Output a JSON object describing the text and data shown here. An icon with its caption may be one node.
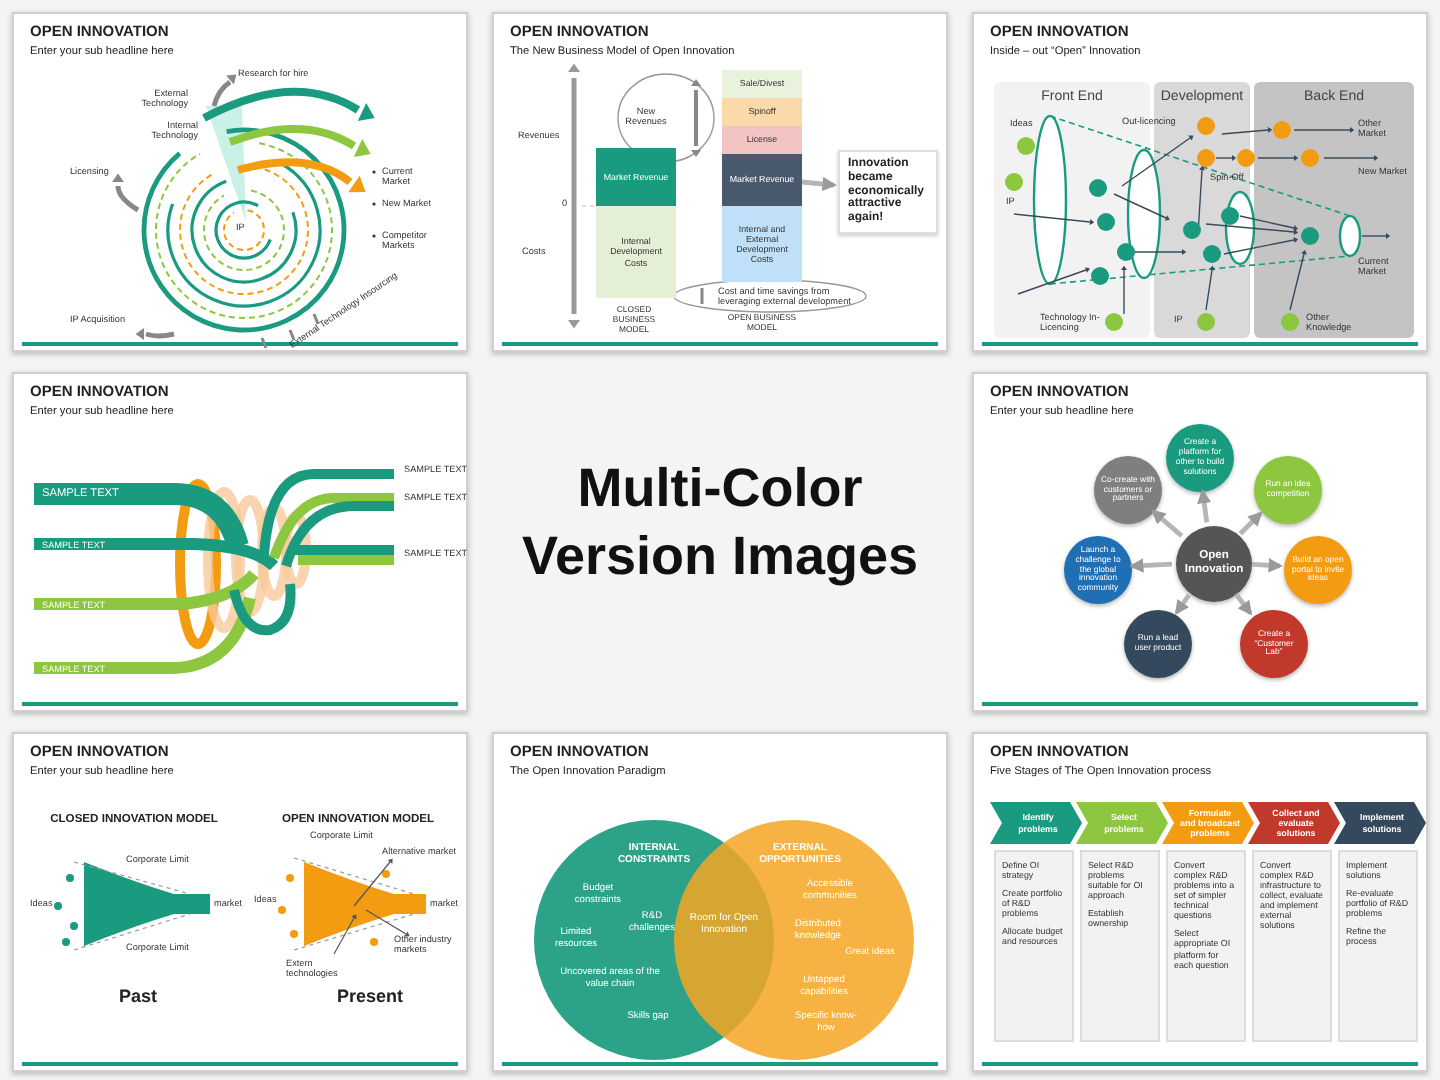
{
  "diagram": {
    "title": "Multi-Color Version Images",
    "nodes": [
      {
        "text": [
          "OPEN INNOVATION",
          "Enter your sub headline here"
        ]
      },
      {
        "text": [
          "OPEN INNOVATION",
          "The New Business Model of Open Innovation"
        ]
      },
      {
        "text": [
          "Market Revenue"
        ],
        "in": 1
      },
      {
        "text": [
          "Internal Development Costs"
        ],
        "in": 1
      },
      {
        "text": [
          "Sale/Divest"
        ],
        "in": 1
      },
      {
        "text": [
          "Spinoff"
        ],
        "in": 1
      },
      {
        "text": [
          "License"
        ],
        "in": 1
      },
      {
        "text": [
          "Market Revenue"
        ],
        "in": 1
      },
      {
        "text": [
          "Internal and External Development Costs"
        ],
        "in": 1
      },
      {
        "text": [
          "Innovation became economically attractive again!"
        ],
        "in": 1
      },
      {
        "text": [
          "OPEN INNOVATION",
          "Inside – out “Open” Innovation"
        ]
      },
      {
        "text": [
          "OPEN INNOVATION",
          "Enter your sub headline here"
        ]
      },
      {
        "text": [
          "OPEN INNOVATION",
          "Enter your sub headline here"
        ]
      },
      {
        "text": [
          "Open Innovation"
        ],
        "in": 12
      },
      {
        "text": [
          "Create a platform for other to build solutions"
        ],
        "in": 12
      },
      {
        "text": [
          "Run an idea competition"
        ],
        "in": 12
      },
      {
        "text": [
          "Build an open portal to invite ideas"
        ],
        "in": 12
      },
      {
        "text": [
          "Create a “Customer Lab”"
        ],
        "in": 12
      },
      {
        "text": [
          "Run a lead user product"
        ],
        "in": 12
      },
      {
        "text": [
          "Launch a challenge to the global innovation community"
        ],
        "in": 12
      },
      {
        "text": [
          "Co-create with customers or partners"
        ],
        "in": 12
      },
      {
        "text": [
          "OPEN INNOVATION",
          "Enter your sub headline here"
        ]
      },
      {
        "text": [
          "OPEN INNOVATION",
          "The Open Innovation Paradigm"
        ]
      },
      {
        "text": [
          "INTERNAL CONSTRAINTS",
          "Budget constraints",
          "R&D challenges",
          "Limited resources",
          "Uncovered areas of the value chain",
          "Skills gap"
        ],
        "in": 22
      },
      {
        "text": [
          "EXTERNAL OPPORTUNITIES",
          "Accessible communities",
          "Distributed knowledge",
          "Great ideas",
          "Untapped capabilities",
          "Specific know-how"
        ],
        "in": 22
      },
      {
        "text": [
          "OPEN INNOVATION",
          "Five Stages of The Open Innovation process"
        ]
      },
      {
        "text": [
          "Identify problems"
        ],
        "in": 25
      },
      {
        "text": [
          "Select problems"
        ],
        "in": 25
      },
      {
        "text": [
          "Formulate and broadcast problems"
        ],
        "in": 25
      },
      {
        "text": [
          "Collect and evaluate solutions"
        ],
        "in": 25
      },
      {
        "text": [
          "Implement solutions"
        ],
        "in": 25
      },
      {
        "text": [
          "Define OI strategy",
          "Create portfolio of R&D problems",
          "Allocate budget and resources"
        ],
        "in": 25
      },
      {
        "text": [
          "Select R&D problems suitable for OI approach",
          "Establish ownership"
        ],
        "in": 25
      },
      {
        "text": [
          "Convert complex R&D problems into a set of simpler technical questions",
          "Select appropriate OI platform for each question"
        ],
        "in": 25
      },
      {
        "text": [
          "Convert complex R&D infrastructure to collect, evaluate and implement external solutions"
        ],
        "in": 25
      },
      {
        "text": [
          "Implement solutions",
          "Re-evaluate portfolio of R&D problems",
          "Refine the process"
        ],
        "in": 25
      }
    ],
    "edges": [
      {
        "from": 7,
        "to": 9,
        "arrow": "to"
      },
      {
        "from": 13,
        "to": 14,
        "arrow": "to"
      },
      {
        "from": 13,
        "to": 15,
        "arrow": "to"
      },
      {
        "from": 13,
        "to": 16,
        "arrow": "to"
      },
      {
        "from": 13,
        "to": 17,
        "arrow": "to"
      },
      {
        "from": 13,
        "to": 18,
        "arrow": "to"
      },
      {
        "from": 13,
        "to": 19,
        "arrow": "to"
      },
      {
        "from": 13,
        "to": 20,
        "arrow": "to"
      }
    ],
    "labels": [
      "Research for hire",
      "External Technology",
      "Internal Technology",
      "Licensing",
      "IP",
      "Current Market",
      "New Market",
      "Competitor Markets",
      "IP Acquisition",
      "External Technology Insourcing",
      "Revenues",
      "0",
      "Costs",
      "New Revenues",
      "Cost and time savings from leveraging external development",
      "CLOSED BUSINESS MODEL",
      "OPEN BUSINESS MODEL",
      "Front End",
      "Development",
      "Back End",
      "Ideas",
      "IP",
      "Out-licencing",
      "Spin-Off",
      "Other Market",
      "New Market",
      "Current Market",
      "Technology In-Licencing",
      "IP",
      "Other Knowledge",
      "SAMPLE TEXT",
      "SAMPLE TEXT",
      "SAMPLE TEXT",
      "SAMPLE TEXT",
      "SAMPLE TEXT",
      "SAMPLE TEXT",
      "SAMPLE TEXT",
      "CLOSED INNOVATION MODEL",
      "OPEN INNOVATION MODEL",
      "Ideas",
      "Corporate Limit",
      "market",
      "Corporate Limit",
      "Past",
      "Alternative market",
      "Ideas",
      "Corporate Limit",
      "market",
      "Extern technologies",
      "Other industry markets",
      "Present",
      "Room for Open Innovation"
    ]
  }
}
